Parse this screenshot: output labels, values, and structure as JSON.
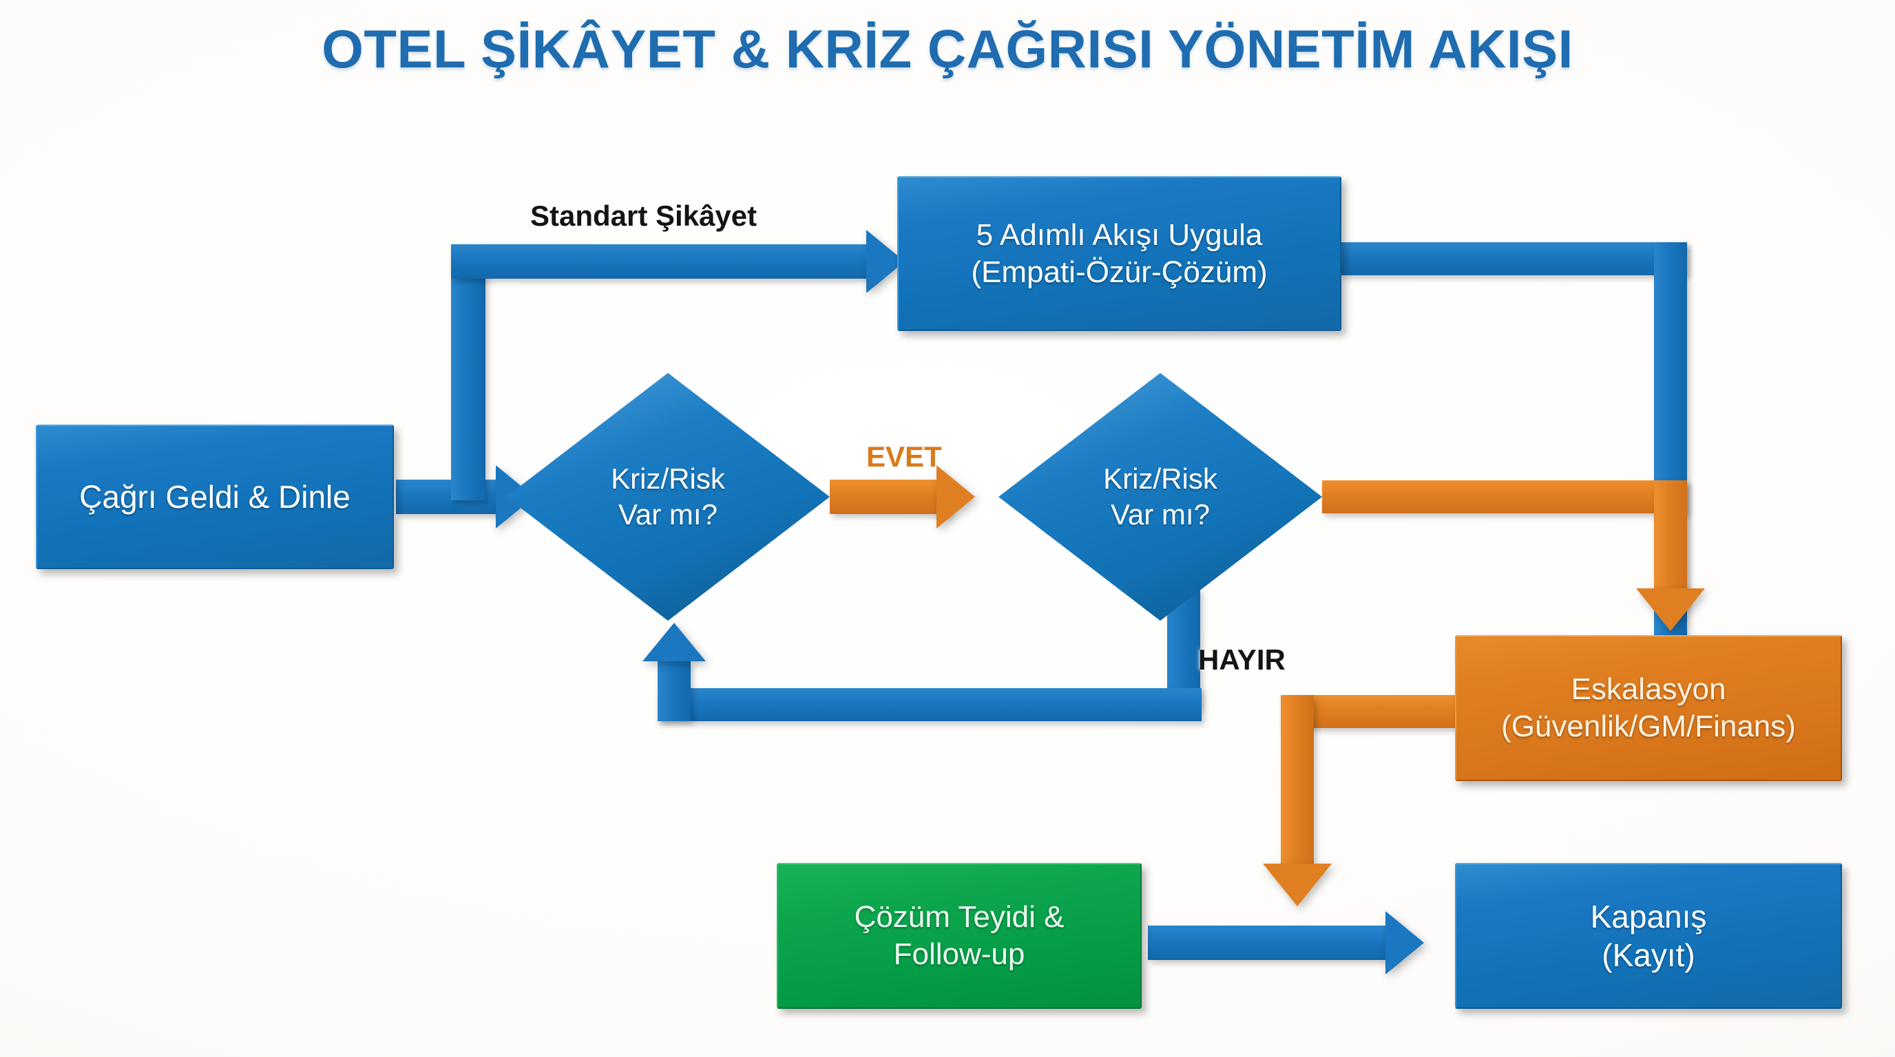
{
  "title": "OTEL ŞİKÂYET & KRİZ ÇAĞRISI YÖNETİM AKIŞI",
  "colors": {
    "title": "#1f6cb0",
    "blue": "#1a77c0",
    "orange": "#e07f22",
    "green": "#0da64d",
    "background": "#fdfdfb",
    "label_black": "#141414",
    "label_orange": "#d97a1a"
  },
  "nodes": {
    "start": {
      "label": "Çağrı Geldi & Dinle",
      "shape": "rectangle",
      "color": "blue"
    },
    "decision1": {
      "line1": "Kriz/Risk",
      "line2": "Var mı?",
      "shape": "diamond",
      "color": "blue"
    },
    "decision2": {
      "line1": "Kriz/Risk",
      "line2": "Var mı?",
      "shape": "diamond",
      "color": "blue"
    },
    "five_step": {
      "line1": "5 Adımlı Akışı Uygula",
      "line2": "(Empati-Özür-Çözüm)",
      "shape": "rectangle",
      "color": "blue"
    },
    "escalation": {
      "line1": "Eskalasyon",
      "line2": "(Güvenlik/GM/Finans)",
      "shape": "rectangle",
      "color": "orange"
    },
    "resolution": {
      "line1": "Çözüm Teyidi &",
      "line2": "Follow-up",
      "shape": "rectangle",
      "color": "green"
    },
    "closing": {
      "line1": "Kapanış",
      "line2": "(Kayıt)",
      "shape": "rectangle",
      "color": "blue"
    }
  },
  "edge_labels": {
    "standard_complaint": "Standart Şikâyet",
    "yes": "EVET",
    "no": "HAYIR"
  }
}
